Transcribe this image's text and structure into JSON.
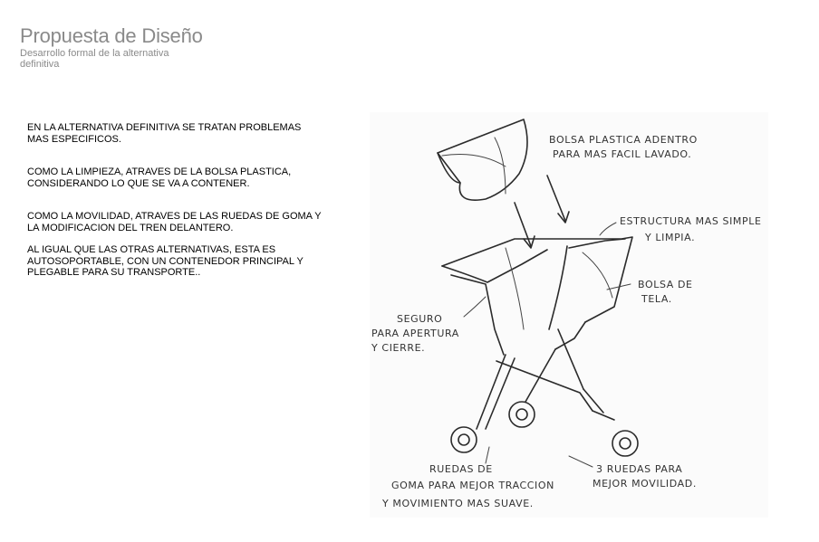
{
  "header": {
    "title": "Propuesta de Diseño",
    "subtitle": "Desarrollo formal de la alternativa definitiva"
  },
  "body": {
    "paragraphs": [
      "EN LA ALTERNATIVA DEFINITIVA SE TRATAN PROBLEMAS\nMAS ESPECIFICOS.",
      "COMO LA LIMPIEZA, ATRAVES DE LA BOLSA PLASTICA,\nCONSIDERANDO LO QUE SE VA A CONTENER.",
      "COMO LA MOVILIDAD, ATRAVES DE LAS RUEDAS DE GOMA Y\nLA  MODIFICACION DEL TREN DELANTERO.",
      "AL IGUAL QUE LAS OTRAS ALTERNATIVAS, ESTA ES\nAUTOSOPORTABLE, CON UN CONTENEDOR PRINCIPAL Y\nPLEGABLE PARA SU TRANSPORTE.."
    ]
  },
  "sketch": {
    "labels": {
      "bolsa_plastica_1": "BOLSA PLASTICA ADENTRO",
      "bolsa_plastica_2": "PARA MAS FACIL LAVADO.",
      "estructura_1": "ESTRUCTURA MAS SIMPLE",
      "estructura_2": "Y LIMPIA.",
      "bolsa_tela_1": "BOLSA DE",
      "bolsa_tela_2": "TELA.",
      "seguro_1": "SEGURO",
      "seguro_2": "PARA APERTURA",
      "seguro_3": "Y CIERRE.",
      "ruedas_goma_1": "RUEDAS DE",
      "ruedas_goma_2": "GOMA PARA MEJOR TRACCION",
      "ruedas_goma_3": "Y MOVIMIENTO MAS SUAVE.",
      "tres_ruedas_1": "3 RUEDAS PARA",
      "tres_ruedas_2": "MEJOR MOVILIDAD."
    }
  }
}
